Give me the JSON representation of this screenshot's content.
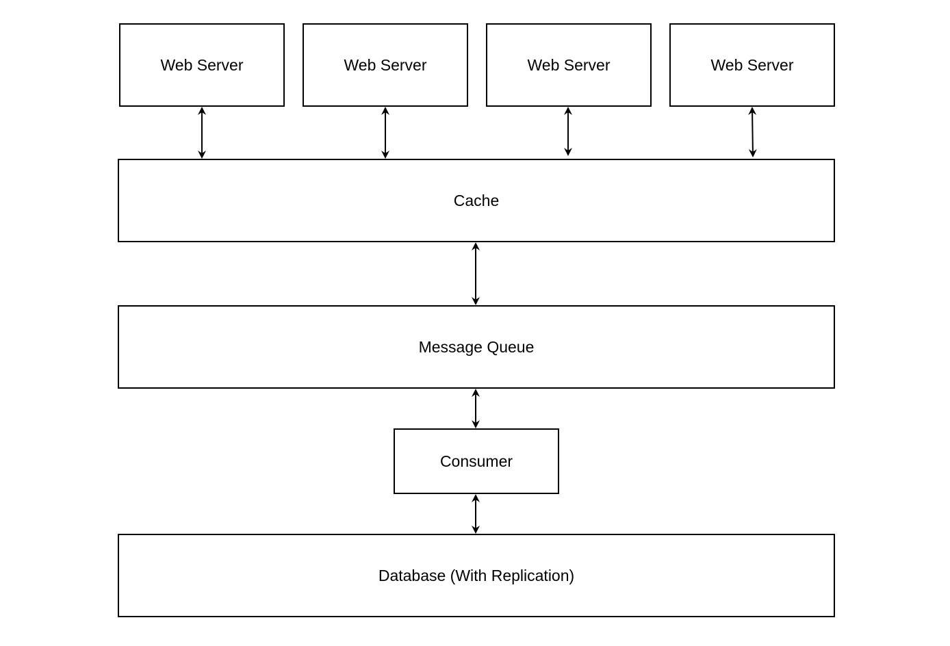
{
  "diagram": {
    "web_servers": [
      {
        "label": "Web Server"
      },
      {
        "label": "Web Server"
      },
      {
        "label": "Web Server"
      },
      {
        "label": "Web Server"
      }
    ],
    "cache": {
      "label": "Cache"
    },
    "message_queue": {
      "label": "Message Queue"
    },
    "consumer": {
      "label": "Consumer"
    },
    "database": {
      "label": "Database (With Replication)"
    },
    "connections": [
      {
        "from": "web_servers.0",
        "to": "cache",
        "direction": "bidirectional"
      },
      {
        "from": "web_servers.1",
        "to": "cache",
        "direction": "bidirectional"
      },
      {
        "from": "web_servers.2",
        "to": "cache",
        "direction": "bidirectional"
      },
      {
        "from": "web_servers.3",
        "to": "cache",
        "direction": "bidirectional"
      },
      {
        "from": "cache",
        "to": "message_queue",
        "direction": "bidirectional"
      },
      {
        "from": "message_queue",
        "to": "consumer",
        "direction": "bidirectional"
      },
      {
        "from": "consumer",
        "to": "database",
        "direction": "bidirectional"
      }
    ],
    "colors": {
      "stroke": "#000000",
      "fill": "#ffffff",
      "text": "#000000"
    }
  }
}
